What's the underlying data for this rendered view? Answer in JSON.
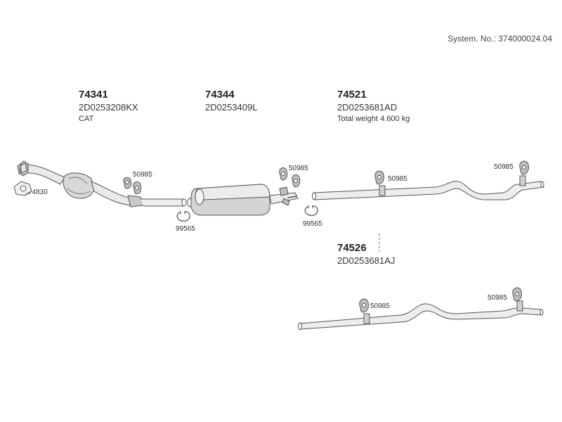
{
  "header": {
    "system_number": "System. No.: 374000024.04"
  },
  "parts": [
    {
      "number": "74341",
      "code": "2D0253208KX",
      "note": "CAT"
    },
    {
      "number": "74344",
      "code": "2D0253409L",
      "note": ""
    },
    {
      "number": "74521",
      "code": "2D0253681AD",
      "note": "Total weight 4.600 kg"
    },
    {
      "number": "74526",
      "code": "2D0253681AJ",
      "note": ""
    }
  ],
  "small_parts": {
    "gasket": "74830",
    "clamp_a": "99565",
    "clamp_b": "99565",
    "hanger_1": "50985",
    "hanger_2": "50985",
    "hanger_3": "50985",
    "hanger_4": "50985",
    "hanger_5": "50985",
    "hanger_6": "50985"
  },
  "colors": {
    "line": "#555555",
    "fill_light": "#e9e9e9",
    "fill_dark": "#bcbcbc"
  }
}
